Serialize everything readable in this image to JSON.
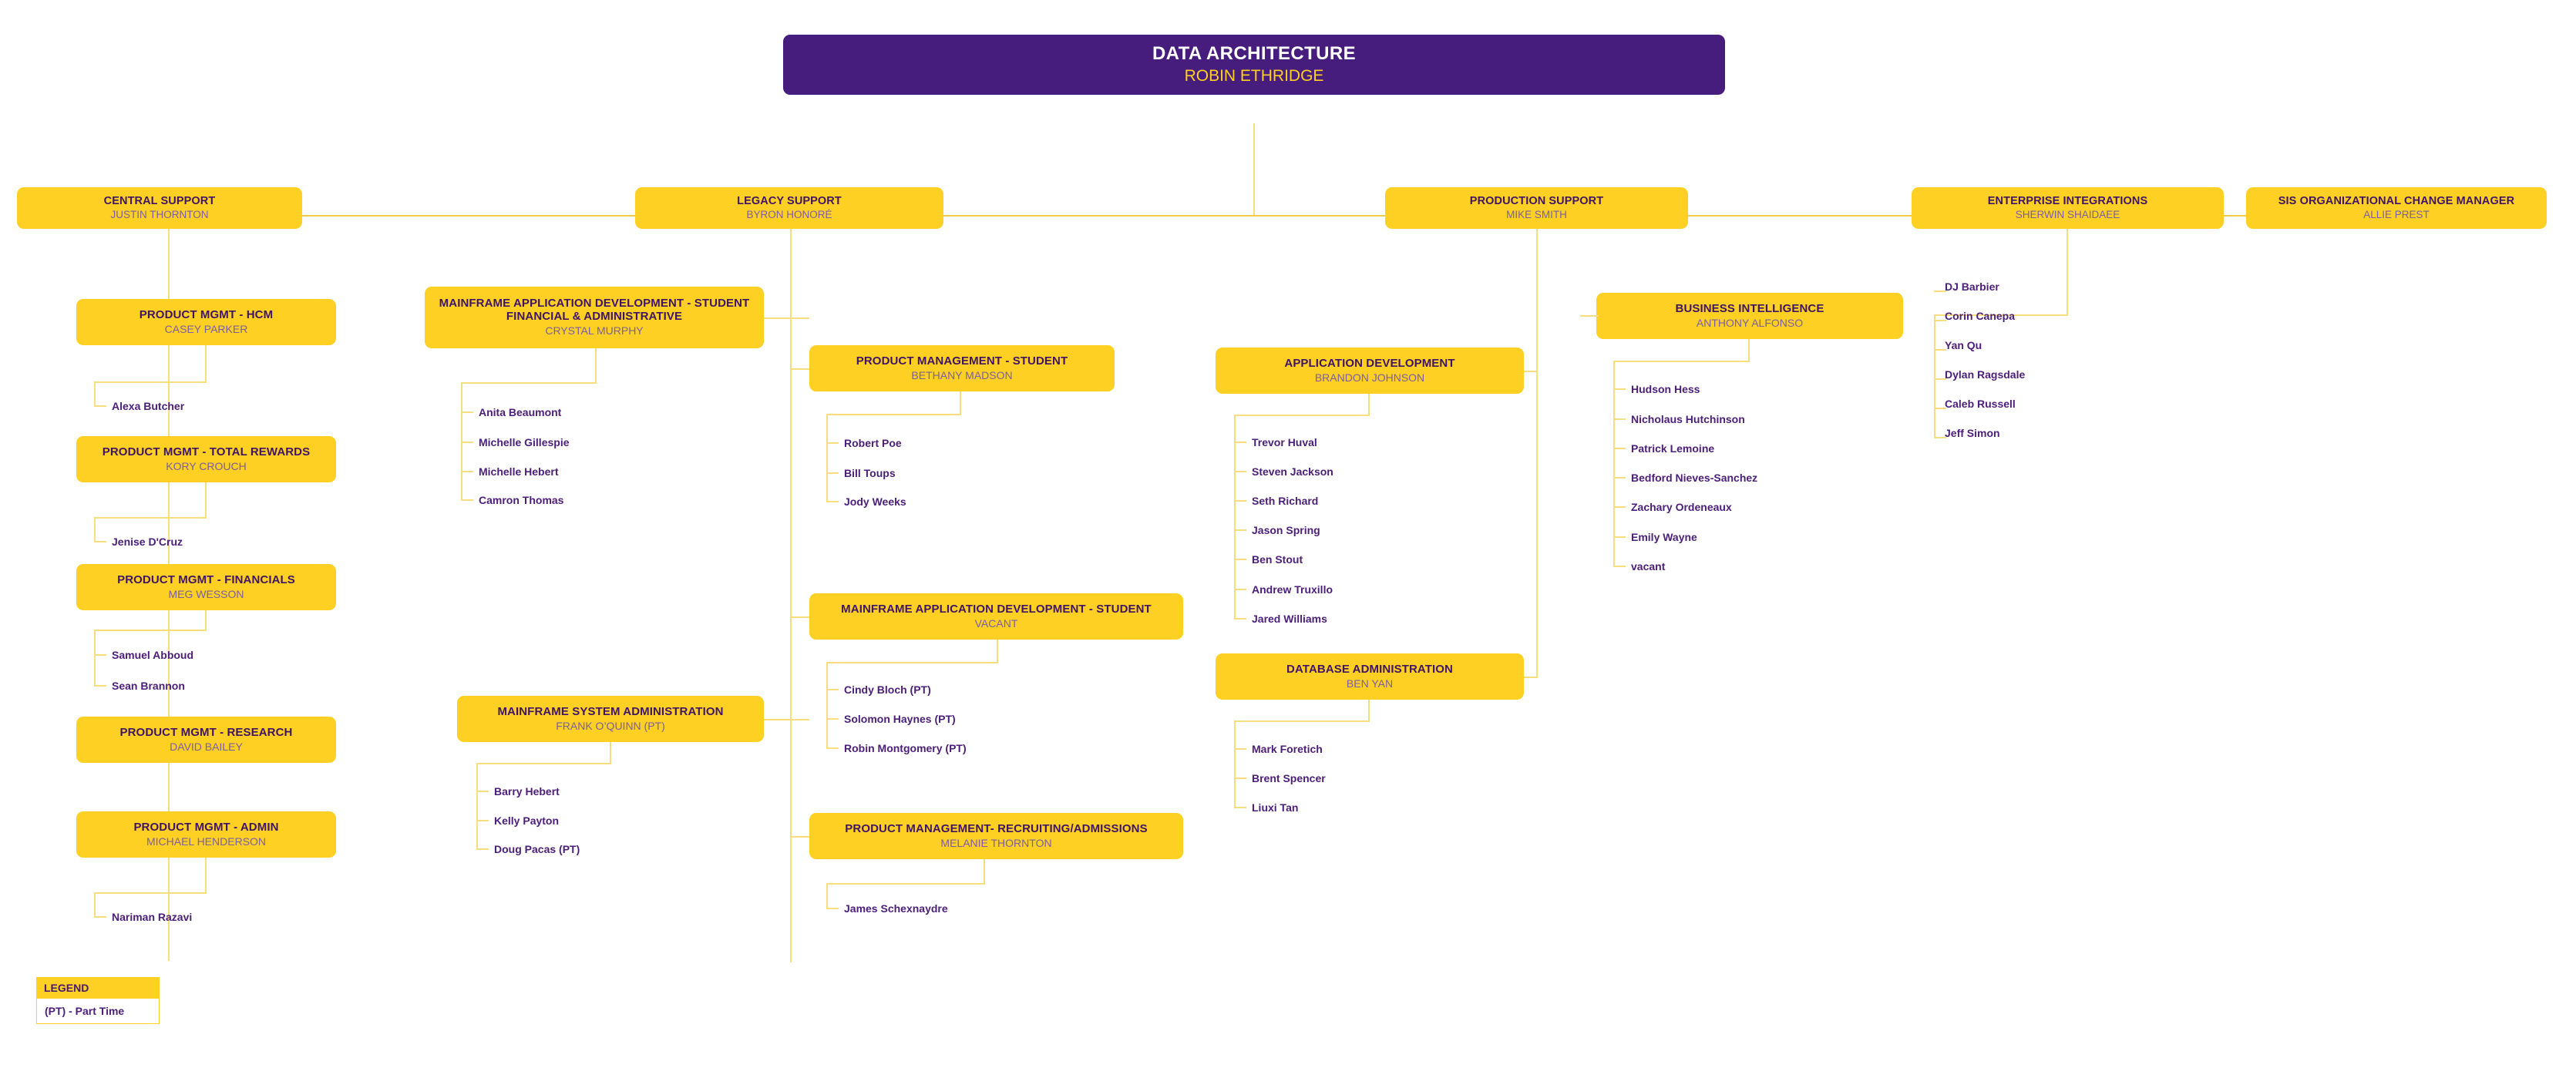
{
  "root": {
    "title": "DATA ARCHITECTURE",
    "name": "ROBIN ETHRIDGE"
  },
  "departments": [
    {
      "title": "CENTRAL SUPPORT",
      "name": "JUSTIN THORNTON"
    },
    {
      "title": "LEGACY SUPPORT",
      "name": "BYRON HONORÉ"
    },
    {
      "title": "PRODUCTION SUPPORT",
      "name": "MIKE SMITH"
    },
    {
      "title": "ENTERPRISE INTEGRATIONS",
      "name": "SHERWIN SHAIDAEE"
    },
    {
      "title": "SIS ORGANIZATIONAL CHANGE MANAGER",
      "name": "ALLIE PREST"
    }
  ],
  "units": [
    {
      "title": "PRODUCT MGMT - HCM",
      "name": "CASEY PARKER"
    },
    {
      "title": "PRODUCT MGMT - TOTAL REWARDS",
      "name": "KORY CROUCH"
    },
    {
      "title": "PRODUCT MGMT - FINANCIALS",
      "name": "MEG WESSON"
    },
    {
      "title": "PRODUCT MGMT - RESEARCH",
      "name": "DAVID BAILEY"
    },
    {
      "title": "PRODUCT MGMT - ADMIN",
      "name": "MICHAEL HENDERSON"
    },
    {
      "title": "MAINFRAME APPLICATION DEVELOPMENT - STUDENT FINANCIAL & ADMINISTRATIVE",
      "name": "CRYSTAL MURPHY"
    },
    {
      "title": "MAINFRAME SYSTEM ADMINISTRATION",
      "name": "FRANK O’QUINN (PT)"
    },
    {
      "title": "PRODUCT MANAGEMENT - STUDENT",
      "name": "BETHANY MADSON"
    },
    {
      "title": "MAINFRAME APPLICATION DEVELOPMENT - STUDENT",
      "name": "VACANT"
    },
    {
      "title": "PRODUCT MANAGEMENT- RECRUITING/ADMISSIONS",
      "name": "MELANIE THORNTON"
    },
    {
      "title": "APPLICATION DEVELOPMENT",
      "name": "BRANDON JOHNSON"
    },
    {
      "title": "DATABASE ADMINISTRATION",
      "name": "BEN YAN"
    },
    {
      "title": "BUSINESS INTELLIGENCE",
      "name": "ANTHONY ALFONSO"
    }
  ],
  "staff": {
    "hcm": [
      "Alexa Butcher"
    ],
    "total_rewards": [
      "Jenise D'Cruz"
    ],
    "financials": [
      "Samuel Abboud",
      "Sean Brannon"
    ],
    "admin": [
      "Nariman Razavi"
    ],
    "mainframe_sfa": [
      "Anita Beaumont",
      "Michelle Gillespie",
      "Michelle Hebert",
      "Camron Thomas"
    ],
    "mainframe_sys": [
      "Barry Hebert",
      "Kelly Payton",
      "Doug Pacas (PT)"
    ],
    "pm_student": [
      "Robert Poe",
      "Bill Toups",
      "Jody Weeks"
    ],
    "mad_student": [
      "Cindy Bloch (PT)",
      "Solomon Haynes (PT)",
      "Robin Montgomery (PT)"
    ],
    "pm_recruiting": [
      "James Schexnaydre"
    ],
    "app_dev": [
      "Trevor Huval",
      "Steven Jackson",
      "Seth Richard",
      "Jason Spring",
      "Ben Stout",
      "Andrew Truxillo",
      "Jared Williams"
    ],
    "dba": [
      "Mark Foretich",
      "Brent Spencer",
      "Liuxi Tan"
    ],
    "bi": [
      "Hudson Hess",
      "Nicholaus Hutchinson",
      "Patrick Lemoine",
      "Bedford Nieves-Sanchez",
      "Zachary Ordeneaux",
      "Emily Wayne",
      "vacant"
    ],
    "enterprise": [
      "DJ Barbier",
      "Corin Canepa",
      "Yan Qu",
      "Dylan Ragsdale",
      "Caleb Russell",
      "Jeff Simon"
    ]
  },
  "legend": {
    "heading": "LEGEND",
    "entry": "(PT) - Part Time"
  },
  "colors": {
    "root_purple": "#461D7C",
    "gold": "#FDD023",
    "title_purple": "#3F1563",
    "name_purple": "#7B5EA0",
    "leaf_purple": "#4B1E78",
    "connector": "#F6DE7E",
    "background": "#FFFFFF"
  }
}
